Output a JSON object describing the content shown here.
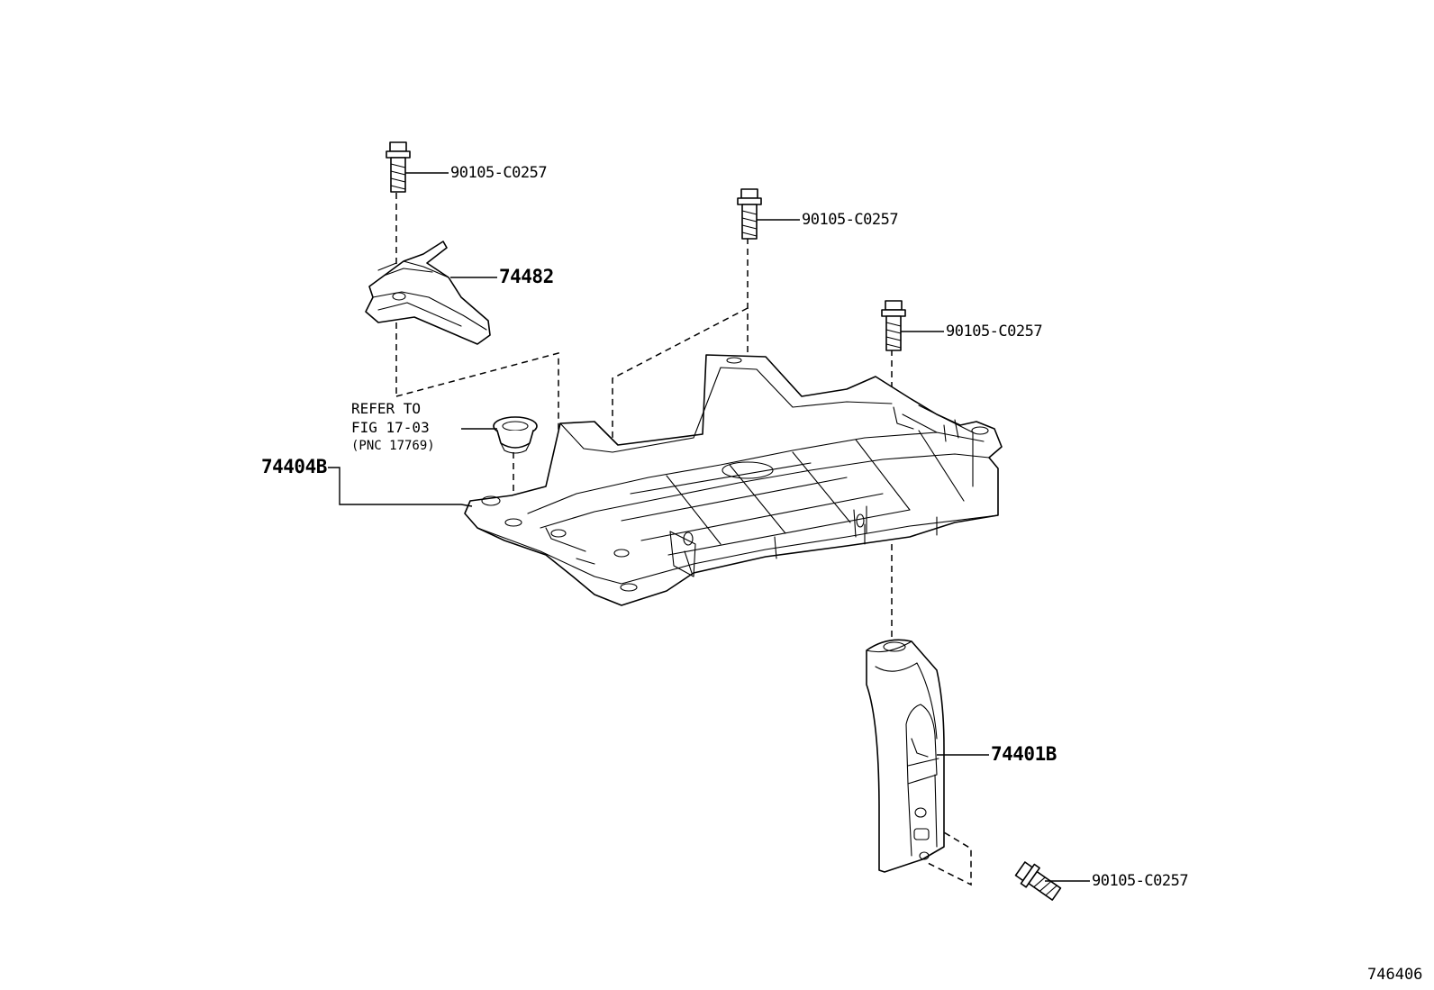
{
  "callouts": {
    "bolt_top_left": "90105-C0257",
    "bolt_center": "90105-C0257",
    "bolt_right": "90105-C0257",
    "bolt_bottom": "90105-C0257",
    "bracket_clamp": "74482",
    "tray_assembly": "74404B",
    "support_bracket": "74401B"
  },
  "reference_note": {
    "line1": "REFER TO",
    "line2": "FIG 17-03",
    "line3": "(PNC 17769)"
  },
  "figure_number": "746406"
}
